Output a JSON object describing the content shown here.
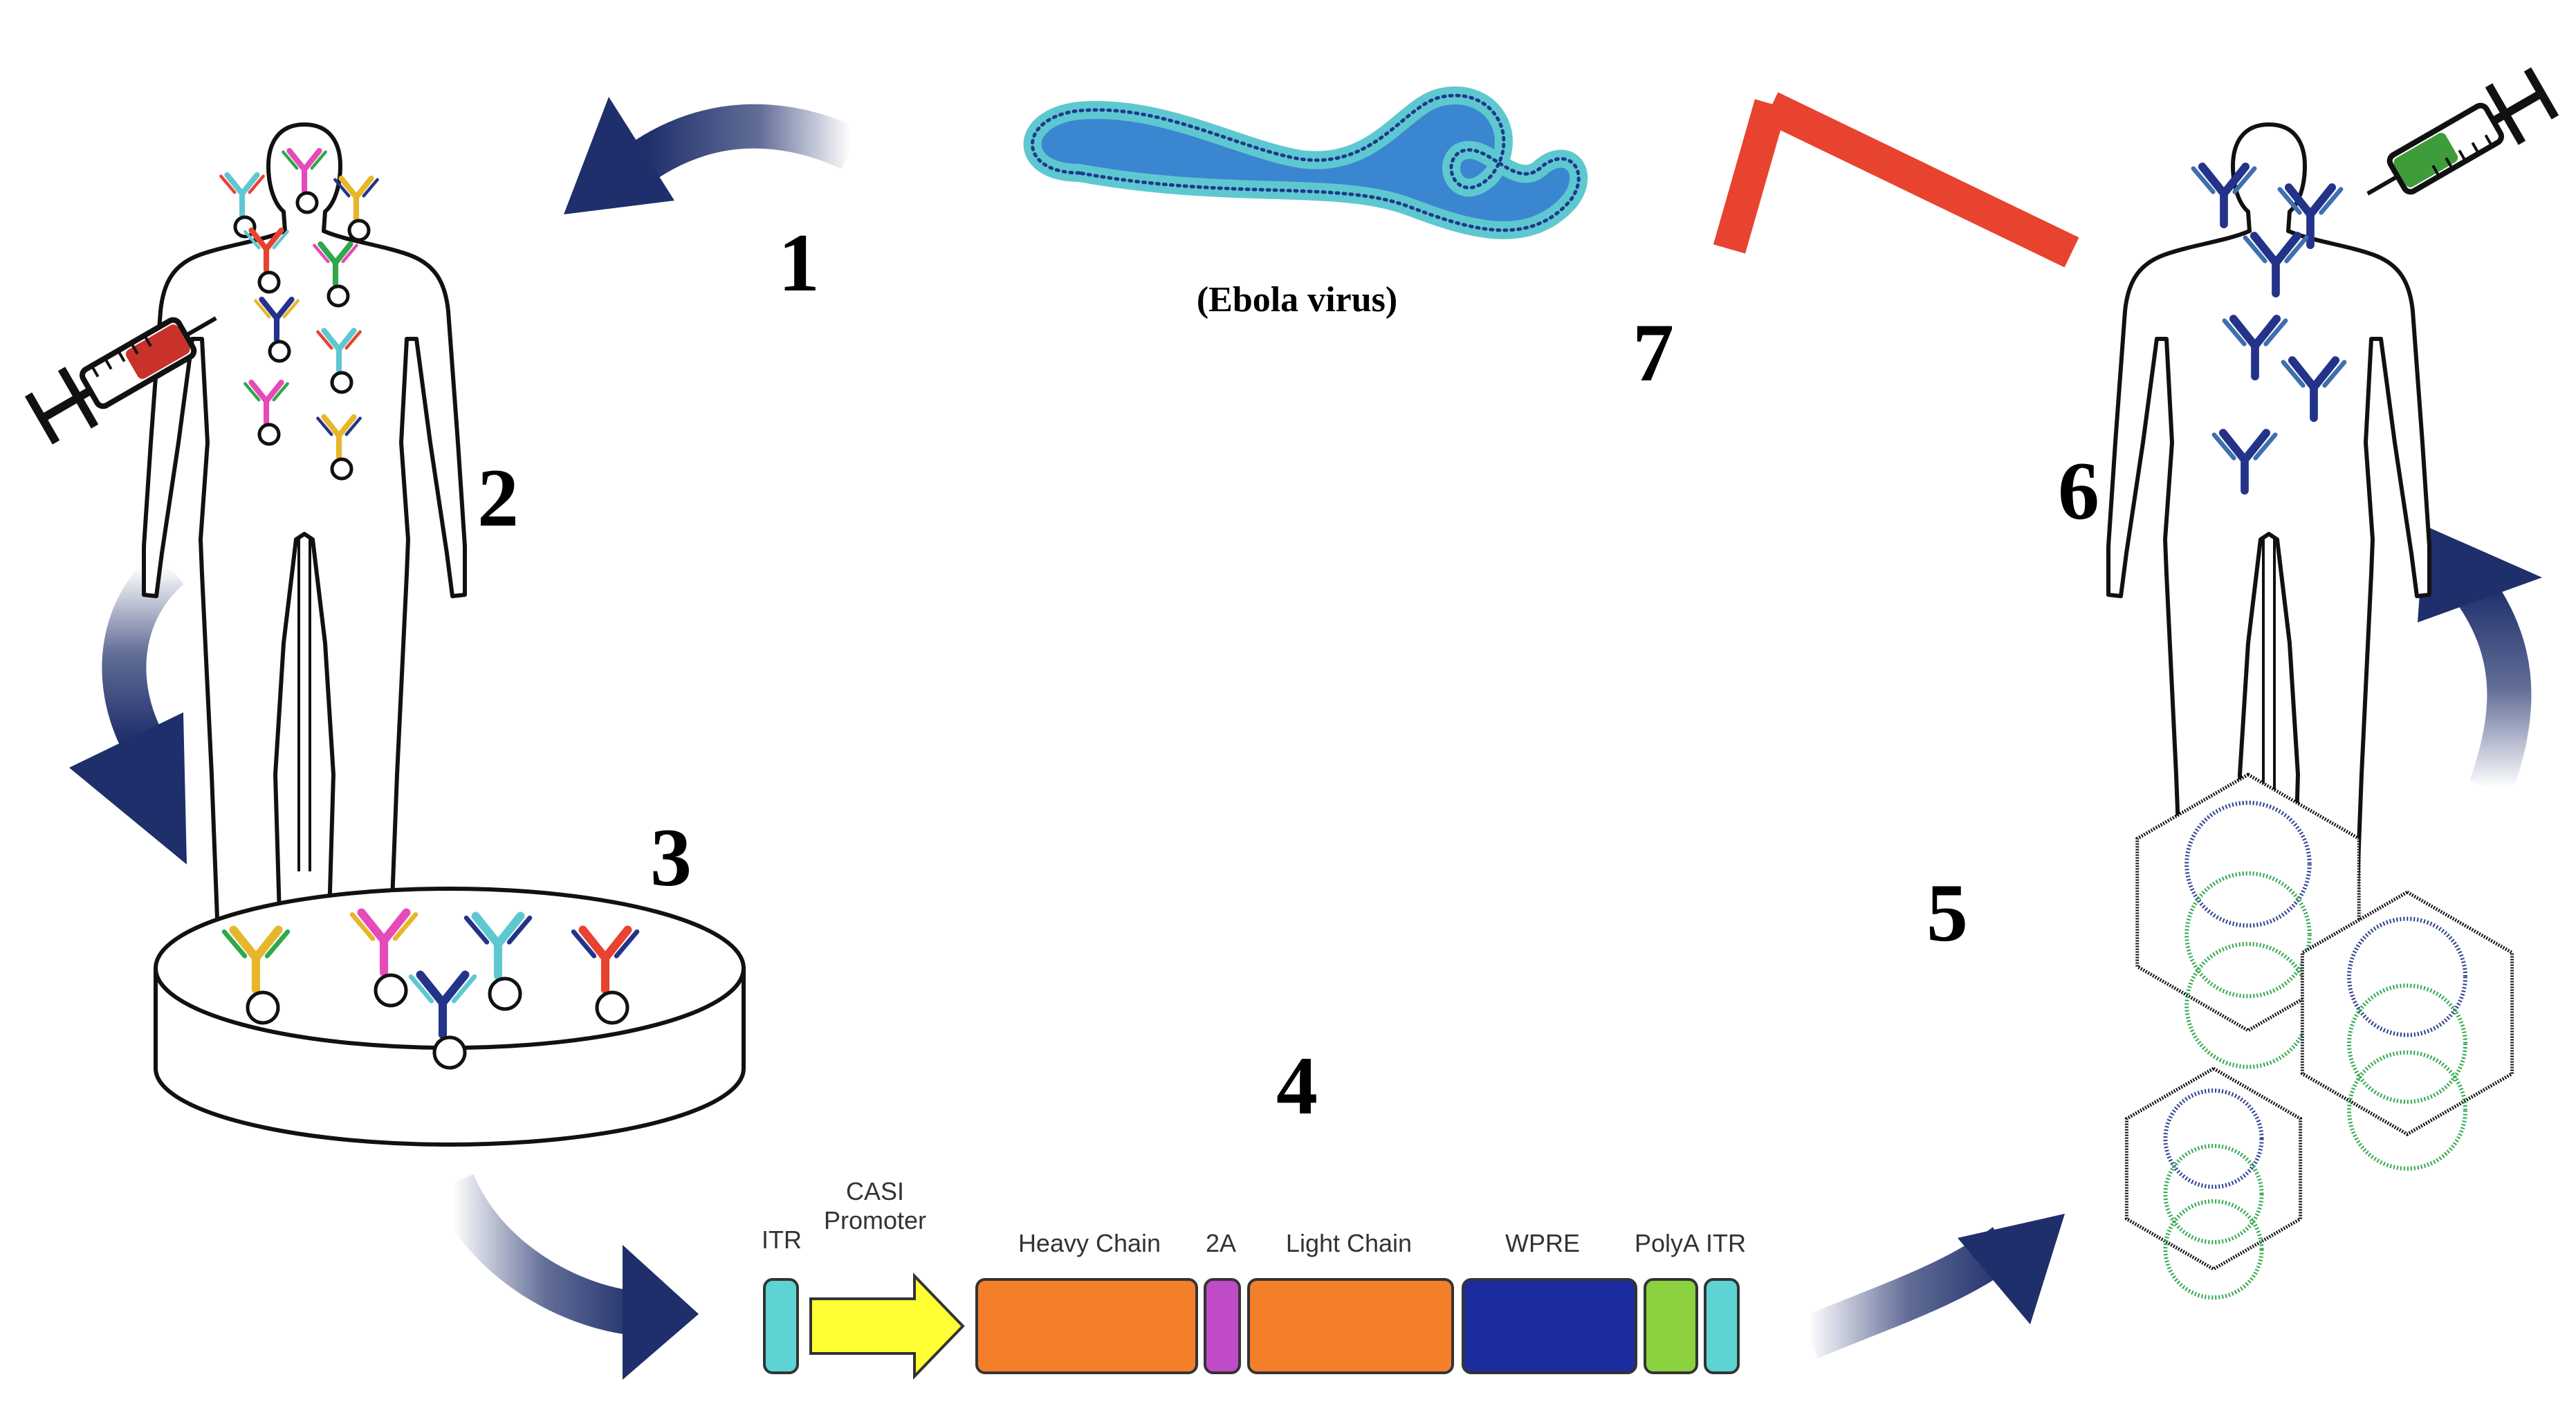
{
  "diagram": {
    "steps": [
      "1",
      "2",
      "3",
      "4",
      "5",
      "6",
      "7"
    ],
    "virus_caption": "(Ebola virus)",
    "colors": {
      "arrow": "#1f2f6b",
      "inhibitor": "#e8432f",
      "virus_fill": "#3b86d0",
      "virus_outline": "#5ec8d1",
      "virus_dots": "#1e3a8a",
      "syringe_red": "#c8322a",
      "syringe_green": "#3f9c3a",
      "antibody_blue": "#24338a",
      "helix_blue": "#2a3d8f",
      "helix_green": "#2fa84a"
    },
    "antibody_colors": [
      "#5ec8d1",
      "#e64ab8",
      "#e8b62a",
      "#e8432f",
      "#2fa84a",
      "#24338a"
    ],
    "construct": {
      "segments": [
        {
          "label": "ITR",
          "color": "#5ed3d3"
        },
        {
          "label": "CASI\nPromoter",
          "color": "#ffff33"
        },
        {
          "label": "Heavy Chain",
          "color": "#f47f2a"
        },
        {
          "label": "2A",
          "color": "#c04bc6"
        },
        {
          "label": "Light Chain",
          "color": "#f47f2a"
        },
        {
          "label": "WPRE",
          "color": "#1b2d9e"
        },
        {
          "label": "PolyA",
          "color": "#8bd13f"
        },
        {
          "label": "ITR",
          "color": "#5ed3d3"
        }
      ]
    }
  }
}
